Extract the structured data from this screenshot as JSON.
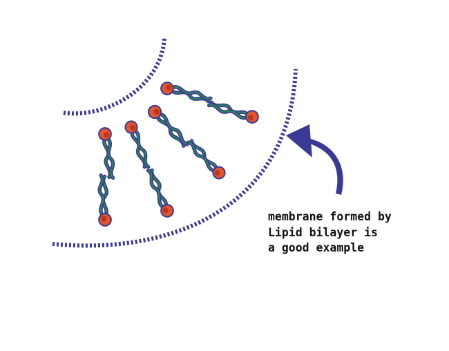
{
  "caption": {
    "lines": [
      "membrane formed by",
      "Lipid bilayer is",
      "a good example"
    ]
  },
  "colors": {
    "membrane": "#3a3a96",
    "tail_outline": "#3a3a96",
    "tail_core": "#2e8a52",
    "head_fill": "#e2552f",
    "head_spot": "#b63a1b",
    "arrow": "#3a3a96"
  },
  "icons": {
    "lipid_head": "circle",
    "pointer": "curved-arrow"
  }
}
